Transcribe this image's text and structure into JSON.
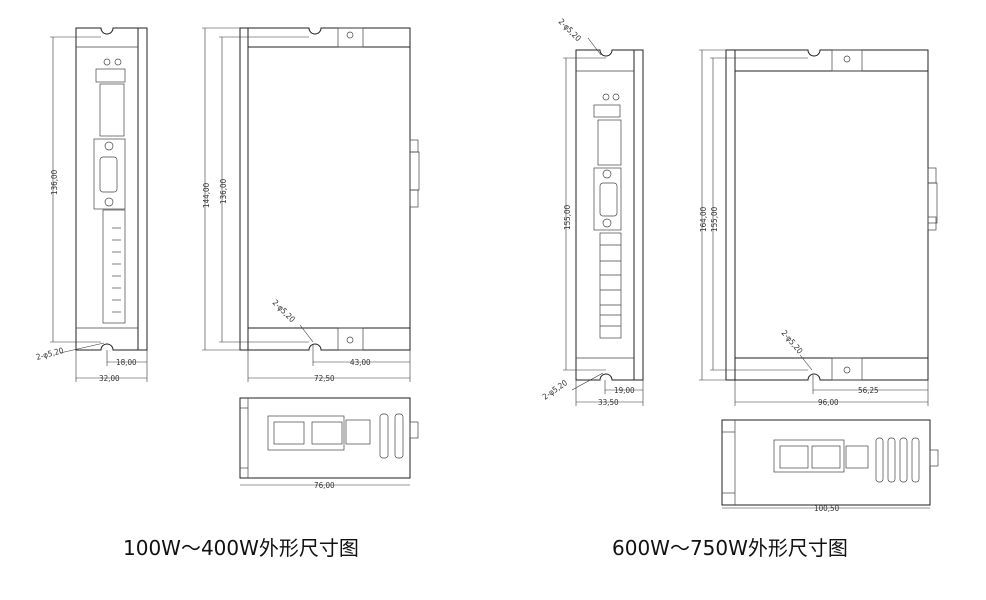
{
  "small_model": {
    "caption": "100W～400W外形尺寸图",
    "front": {
      "height": "136,00",
      "hole_offset": "18,00",
      "width": "32,00",
      "hole_label": "2-φ5,20"
    },
    "side": {
      "total_height": "144,00",
      "hole_pitch": "136,00",
      "hole_offset": "43,00",
      "depth": "72,50",
      "hole_label": "2-φ5,20"
    },
    "bottom": {
      "width": "76,00"
    }
  },
  "large_model": {
    "caption": "600W～750W外形尺寸图",
    "front": {
      "height": "155,00",
      "hole_offset": "19,00",
      "width": "33,50",
      "hole_label_top": "2-φ5,20",
      "hole_label_bottom": "2-φ5,20"
    },
    "side": {
      "total_height": "164,00",
      "hole_pitch": "155,00",
      "hole_offset": "56,25",
      "depth": "96,00",
      "hole_label": "2-φ5,20"
    },
    "bottom": {
      "width": "100,50"
    }
  }
}
